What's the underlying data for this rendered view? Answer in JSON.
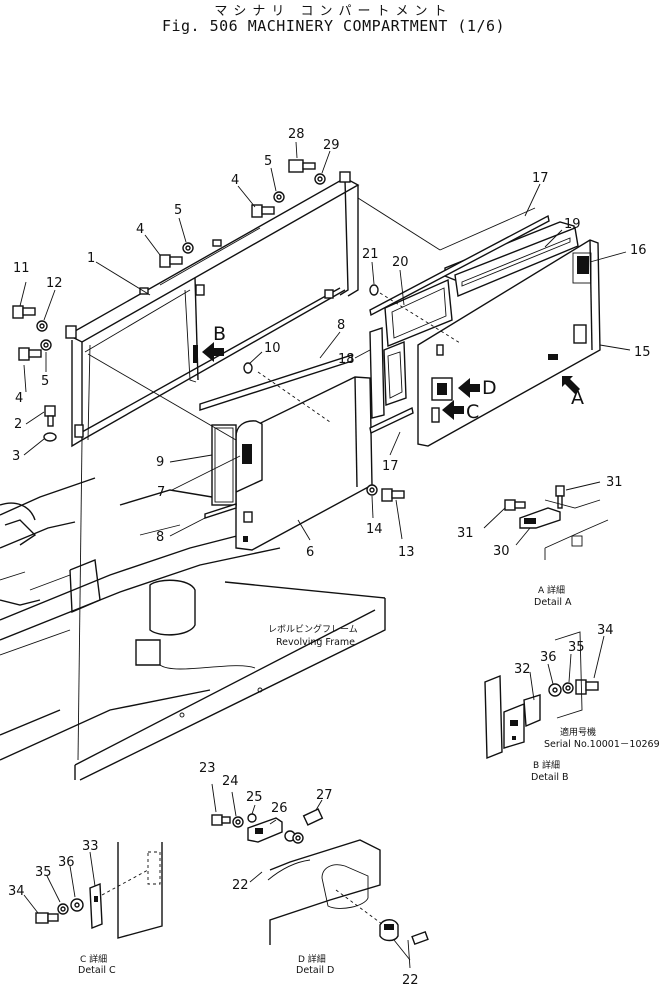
{
  "title": {
    "japanese": "マシナリ コンパートメント",
    "english": "Fig. 506 MACHINERY COMPARTMENT (1/6)"
  },
  "callouts": {
    "n1": "1",
    "n2": "2",
    "n3": "3",
    "n4a": "4",
    "n4b": "4",
    "n4c": "4",
    "n5a": "5",
    "n5b": "5",
    "n5c": "5",
    "n6": "6",
    "n7": "7",
    "n8a": "8",
    "n8b": "8",
    "n9": "9",
    "n10": "10",
    "n11": "11",
    "n12": "12",
    "n13": "13",
    "n14": "14",
    "n15": "15",
    "n16": "16",
    "n17a": "17",
    "n17b": "17",
    "n18": "18",
    "n19": "19",
    "n20": "20",
    "n21": "21",
    "n22a": "22",
    "n22b": "22",
    "n23": "23",
    "n24": "24",
    "n25": "25",
    "n26": "26",
    "n27": "27",
    "n28": "28",
    "n29": "29",
    "n30": "30",
    "n31a": "31",
    "n31b": "31",
    "n32": "32",
    "n33": "33",
    "n34a": "34",
    "n34b": "34",
    "n35a": "35",
    "n35b": "35",
    "n36a": "36",
    "n36b": "36"
  },
  "view_letters": {
    "a": "A",
    "b": "B",
    "c": "C",
    "d": "D"
  },
  "labels": {
    "revolving_frame_jp": "レボルビングフレーム",
    "revolving_frame_en": "Revolving Frame",
    "serial_jp": "適用号機",
    "serial_en": "Serial No.10001－10269"
  },
  "details": {
    "a_jp": "A 詳細",
    "a_en": "Detail A",
    "b_jp": "B 詳細",
    "b_en": "Detail B",
    "c_jp": "C 詳細",
    "c_en": "Detail C",
    "d_jp": "D 詳細",
    "d_en": "Detail D"
  }
}
